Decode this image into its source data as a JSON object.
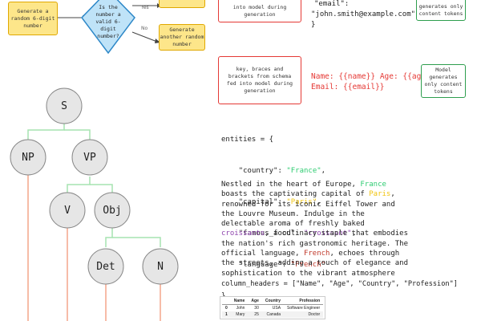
{
  "flowchart": {
    "start_box": "Generate a random 6-digit number",
    "decision": "Is the number a valid 6-digit number?",
    "yes_label": "Yes",
    "no_label": "No",
    "no_box": "Generate another random number"
  },
  "schema_example": {
    "box_text": "into model during generation",
    "json_line1": "\"email\":",
    "json_line2": "\"john.smith@example.com\"",
    "json_line3": "}",
    "green_box": "generates only content tokens"
  },
  "template_example": {
    "red_box": "key, braces and brackets from schema fed into model during generation",
    "line1_parts": [
      "Name: ",
      "{{name}}",
      " Age: ",
      "{{age}}"
    ],
    "line2_parts": [
      "Email: ",
      "{{email}}"
    ],
    "green_box": "Model generates only content tokens"
  },
  "tree": {
    "nodes": [
      "S",
      "NP",
      "VP",
      "V",
      "Obj",
      "Det",
      "N"
    ]
  },
  "entities_code": {
    "line_open": "entities = {",
    "items": [
      {
        "key": "\"country\"",
        "value": "\"France\"",
        "color": "#2ecc71"
      },
      {
        "key": "\"capital\"",
        "value": "\"Paris\"",
        "color": "#f1c40f"
      },
      {
        "key": "\"famous_food\"",
        "value": "\"croissant\"",
        "color": "#8e44ad"
      },
      {
        "key": "\"language\"",
        "value": "\"French\"",
        "color": "#c0392b"
      }
    ],
    "line_close": "}"
  },
  "paragraph": {
    "p1": "Nestled in the heart of Europe, ",
    "france": "France",
    "p2": " boasts the captivating capital of ",
    "paris": "Paris",
    "p3": ", renowned for its iconic Eiffel Tower and the Louvre Museum. Indulge in the delectable aroma of freshly baked ",
    "croissants": "croissants",
    "p4": ", a culinary staple that embodies the nation's rich gastronomic heritage. The official language, ",
    "french": "French",
    "p5": ", echoes through the streets, adding a touch of elegance and sophistication to the vibrant atmosphere"
  },
  "column_headers_code": "column_headers = [\"Name\", \"Age\", \"Country\", \"Profession\"]",
  "table": {
    "headers": [
      "",
      "Name",
      "Age",
      "Country",
      "Profession"
    ],
    "rows": [
      [
        "0",
        "John",
        "30",
        "USA",
        "Software Engineer"
      ],
      [
        "1",
        "Mary",
        "25",
        "Canada",
        "Doctor"
      ]
    ]
  }
}
